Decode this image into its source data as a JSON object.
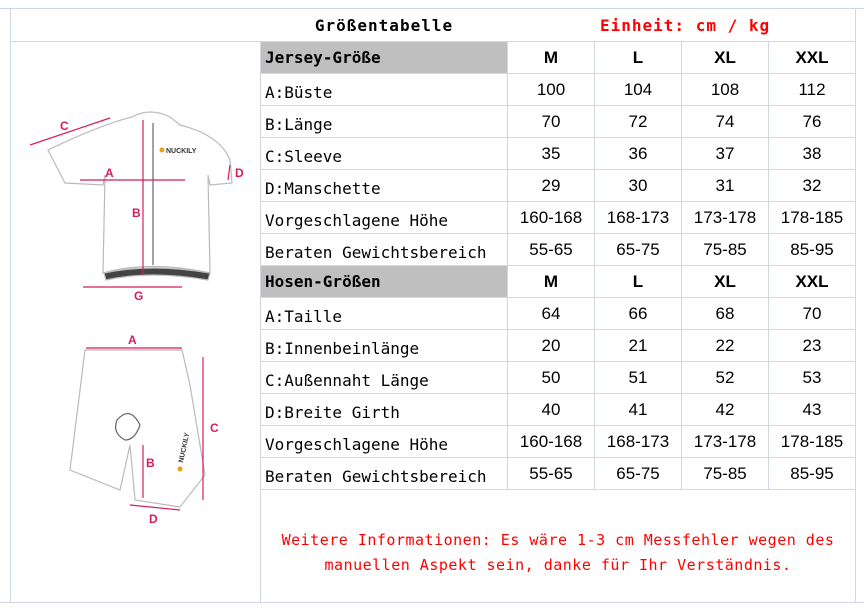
{
  "header": {
    "title": "Größentabelle",
    "unit": "Einheit: cm / kg"
  },
  "jersey": {
    "header": "Jersey-Größe",
    "sizes": [
      "M",
      "L",
      "XL",
      "XXL"
    ],
    "rows": [
      {
        "label": "A:Büste",
        "values": [
          "100",
          "104",
          "108",
          "112"
        ]
      },
      {
        "label": "B:Länge",
        "values": [
          "70",
          "72",
          "74",
          "76"
        ]
      },
      {
        "label": "C:Sleeve",
        "values": [
          "35",
          "36",
          "37",
          "38"
        ]
      },
      {
        "label": "D:Manschette",
        "values": [
          "29",
          "30",
          "31",
          "32"
        ]
      },
      {
        "label": "Vorgeschlagene Höhe",
        "values": [
          "160-168",
          "168-173",
          "173-178",
          "178-185"
        ]
      },
      {
        "label": "Beraten Gewichtsbereich",
        "values": [
          "55-65",
          "65-75",
          "75-85",
          "85-95"
        ]
      }
    ]
  },
  "shorts": {
    "header": "Hosen-Größen",
    "sizes": [
      "M",
      "L",
      "XL",
      "XXL"
    ],
    "rows": [
      {
        "label": "A:Taille",
        "values": [
          "64",
          "66",
          "68",
          "70"
        ]
      },
      {
        "label": "B:Innenbeinlänge",
        "values": [
          "20",
          "21",
          "22",
          "23"
        ]
      },
      {
        "label": "C:Außennaht Länge",
        "values": [
          "50",
          "51",
          "52",
          "53"
        ]
      },
      {
        "label": "D:Breite Girth",
        "values": [
          "40",
          "41",
          "42",
          "43"
        ]
      },
      {
        "label": "Vorgeschlagene Höhe",
        "values": [
          "160-168",
          "168-173",
          "173-178",
          "178-185"
        ]
      },
      {
        "label": "Beraten Gewichtsbereich",
        "values": [
          "55-65",
          "65-75",
          "75-85",
          "85-95"
        ]
      }
    ]
  },
  "note": {
    "line1": "Weitere Informationen: Es wäre 1-3 cm Messfehler wegen des",
    "line2": "manuellen Aspekt sein, danke für Ihr Verständnis."
  },
  "diagram": {
    "jersey_labels": [
      "A",
      "B",
      "C",
      "D",
      "G"
    ],
    "shorts_labels": [
      "A",
      "B",
      "C",
      "D"
    ],
    "brand": "NUCKILY"
  }
}
